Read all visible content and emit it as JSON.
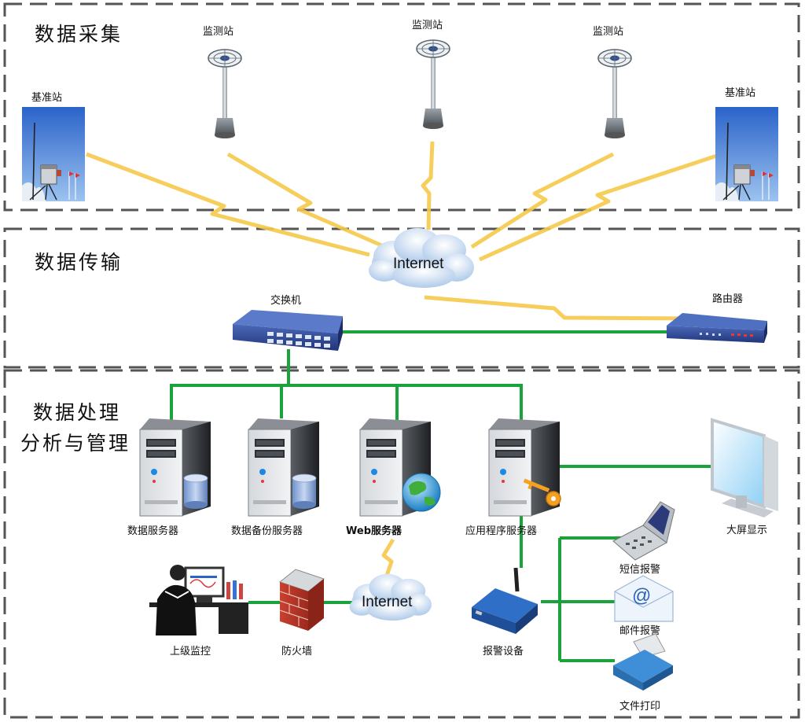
{
  "sections": {
    "collect": "数据采集",
    "transmit": "数据传输",
    "process_line1": "数据处理",
    "process_line2": "分析与管理"
  },
  "nodes": {
    "base_station_left": "基准站",
    "base_station_right": "基准站",
    "monitor_station_1": "监测站",
    "monitor_station_2": "监测站",
    "monitor_station_3": "监测站",
    "internet_main": "Internet",
    "switch": "交换机",
    "router": "路由器",
    "data_server": "数据服务器",
    "backup_server": "数据备份服务器",
    "web_server": "Web服务器",
    "app_server": "应用程序服务器",
    "big_screen": "大屏显示",
    "sms_alarm": "短信报警",
    "mail_alarm": "邮件报警",
    "print": "文件打印",
    "alarm_device": "报警设备",
    "internet_lower": "Internet",
    "firewall": "防火墙",
    "supervisor": "上级监控"
  },
  "colors": {
    "wire": "#1aa33a",
    "lightning": "#f6c94b",
    "dash": "#555555"
  }
}
